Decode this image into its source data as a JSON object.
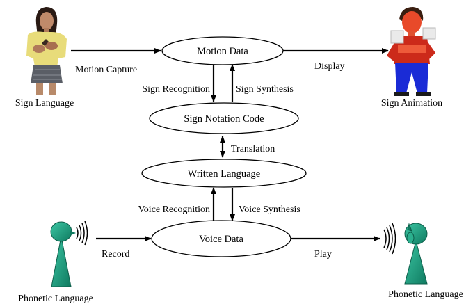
{
  "diagram": {
    "nodes": {
      "motion_data": "Motion Data",
      "sign_notation": "Sign Notation Code",
      "written_language": "Written Language",
      "voice_data": "Voice Data"
    },
    "edges": {
      "motion_capture": "Motion Capture",
      "display": "Display",
      "sign_recognition": "Sign Recognition",
      "sign_synthesis": "Sign Synthesis",
      "translation": "Translation",
      "voice_recognition": "Voice Recognition",
      "voice_synthesis": "Voice Synthesis",
      "record": "Record",
      "play": "Play"
    },
    "figures": {
      "sign_language": "Sign Language",
      "sign_animation": "Sign Animation",
      "phonetic_left": "Phonetic Language",
      "phonetic_right": "Phonetic Language"
    },
    "colors": {
      "speaker_teal": "#1a9e80",
      "avatar_shirt": "#cc2a1a",
      "avatar_pants": "#1a2bd6",
      "avatar_skin": "#e84a2a"
    }
  }
}
